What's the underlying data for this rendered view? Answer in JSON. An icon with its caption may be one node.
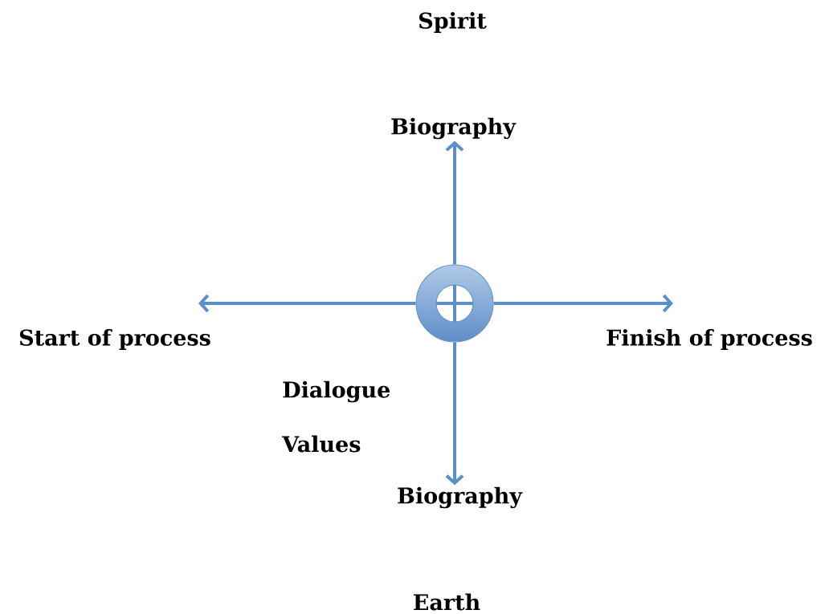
{
  "diagram": {
    "nodes": [
      {
        "text": [
          "Biography"
        ]
      },
      {
        "text": [],
        "shape": "ring"
      },
      {
        "text": [
          "Start of process"
        ]
      },
      {
        "text": [
          "Finish of process"
        ]
      },
      {
        "text": [
          "Biography"
        ]
      }
    ],
    "edges": [
      {
        "from": 1,
        "to": 0,
        "arrow": "to"
      },
      {
        "from": 1,
        "to": 2,
        "arrow": "to"
      },
      {
        "from": 1,
        "to": 3,
        "arrow": "to"
      },
      {
        "from": 1,
        "to": 4,
        "arrow": "to"
      }
    ],
    "labels": [
      "Spirit",
      "Dialogue",
      "Values",
      "Earth"
    ]
  }
}
